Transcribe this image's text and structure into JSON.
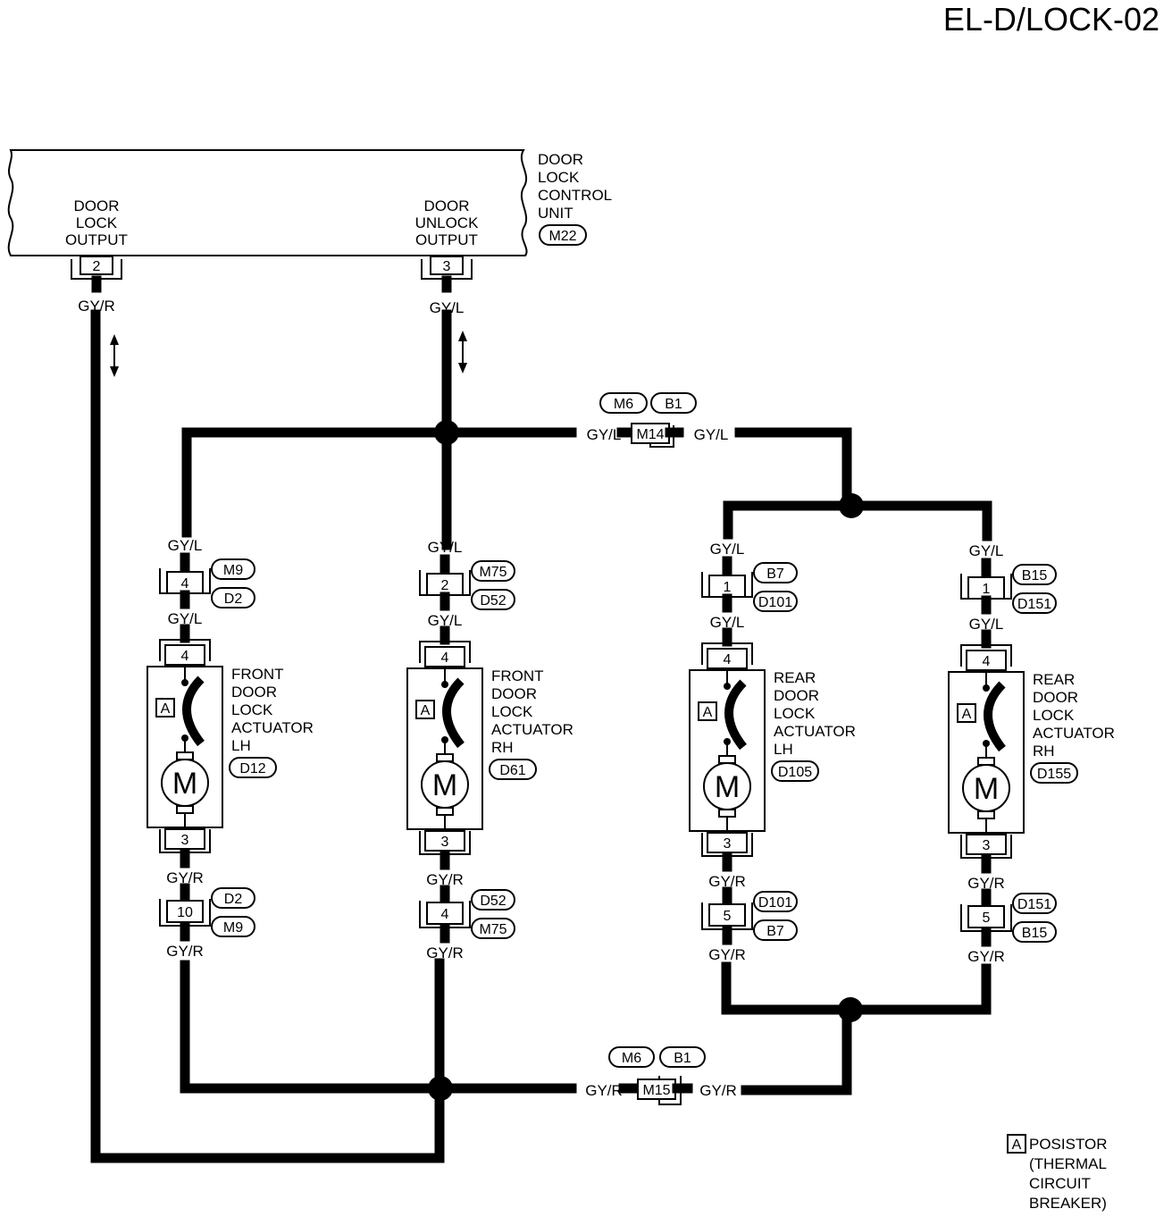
{
  "page_title": "EL-D/LOCK-02",
  "control_unit": {
    "name": [
      "DOOR",
      "LOCK",
      "CONTROL",
      "UNIT"
    ],
    "connector": "M22",
    "lock_output": [
      "DOOR",
      "LOCK",
      "OUTPUT"
    ],
    "lock_pin": "2",
    "unlock_output": [
      "DOOR",
      "UNLOCK",
      "OUTPUT"
    ],
    "unlock_pin": "3"
  },
  "wires": {
    "lock_wire": "GY/R",
    "unlock_wire": "GY/L"
  },
  "junction_top": {
    "connector": "M14",
    "refs": [
      "M6",
      "B1"
    ],
    "left_wire": "GY/L",
    "right_wire": "GY/L"
  },
  "junction_bottom": {
    "connector": "M15",
    "refs": [
      "M6",
      "B1"
    ],
    "left_wire": "GY/R",
    "right_wire": "GY/R"
  },
  "actuators": [
    {
      "name": [
        "FRONT",
        "DOOR",
        "LOCK",
        "ACTUATOR",
        "LH"
      ],
      "connector": "D12",
      "top_wire_a": "GY/L",
      "top_pin": "4",
      "top_refs": [
        "M9",
        "D2"
      ],
      "top_wire_b": "GY/L",
      "pin_upper": "4",
      "pin_lower": "3",
      "bottom_wire_a": "GY/R",
      "bottom_pin": "10",
      "bottom_refs": [
        "D2",
        "M9"
      ],
      "bottom_wire_b": "GY/R"
    },
    {
      "name": [
        "FRONT",
        "DOOR",
        "LOCK",
        "ACTUATOR",
        "RH"
      ],
      "connector": "D61",
      "top_wire_a": "GY/L",
      "top_pin": "2",
      "top_refs": [
        "M75",
        "D52"
      ],
      "top_wire_b": "GY/L",
      "pin_upper": "4",
      "pin_lower": "3",
      "bottom_wire_a": "GY/R",
      "bottom_pin": "4",
      "bottom_refs": [
        "D52",
        "M75"
      ],
      "bottom_wire_b": "GY/R"
    },
    {
      "name": [
        "REAR",
        "DOOR",
        "LOCK",
        "ACTUATOR",
        "LH"
      ],
      "connector": "D105",
      "top_wire_a": "GY/L",
      "top_pin": "1",
      "top_refs": [
        "B7",
        "D101"
      ],
      "top_wire_b": "GY/L",
      "pin_upper": "4",
      "pin_lower": "3",
      "bottom_wire_a": "GY/R",
      "bottom_pin": "5",
      "bottom_refs": [
        "D101",
        "B7"
      ],
      "bottom_wire_b": "GY/R"
    },
    {
      "name": [
        "REAR",
        "DOOR",
        "LOCK",
        "ACTUATOR",
        "RH"
      ],
      "connector": "D155",
      "top_wire_a": "GY/L",
      "top_pin": "1",
      "top_refs": [
        "B15",
        "D151"
      ],
      "top_wire_b": "GY/L",
      "pin_upper": "4",
      "pin_lower": "3",
      "bottom_wire_a": "GY/R",
      "bottom_pin": "5",
      "bottom_refs": [
        "D151",
        "B15"
      ],
      "bottom_wire_b": "GY/R"
    }
  ],
  "posistor_mark": "A",
  "motor_mark": "M",
  "legend": {
    "mark": "A",
    "lines": [
      "POSISTOR",
      "(THERMAL",
      "CIRCUIT",
      "BREAKER)"
    ]
  }
}
